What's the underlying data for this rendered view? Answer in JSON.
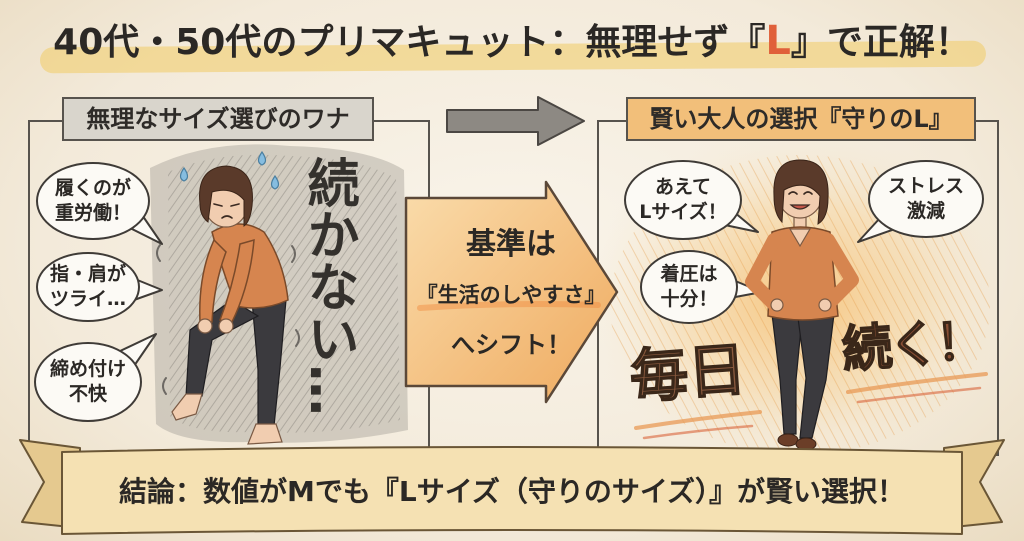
{
  "title": {
    "before": "40代・50代のプリマキュット：無理せず『",
    "highlight": "L",
    "after": "』で正解！"
  },
  "left_panel": {
    "header": "無理なサイズ選びのワナ",
    "bubbles": [
      [
        "履くのが",
        "重労働！"
      ],
      [
        "指・肩が",
        "ツライ…"
      ],
      [
        "締め付け",
        "不快"
      ]
    ],
    "big_text": "続かない…"
  },
  "center_arrow": {
    "lines": [
      "基準は",
      "『生活のしやすさ』",
      "へシフト！"
    ]
  },
  "right_panel": {
    "header": "賢い大人の選択『守りのL』",
    "bubbles": [
      [
        "あえて",
        "Lサイズ！"
      ],
      [
        "着圧は",
        "十分！"
      ],
      [
        "ストレス",
        "激減"
      ]
    ],
    "big_text": [
      "毎日",
      "続く！"
    ]
  },
  "conclusion": "結論：数値がMでも『Lサイズ（守りのサイズ）』が賢い選択！",
  "icons": {
    "top_arrow": "arrow-right-icon",
    "center_arrow": "arrow-right-icon",
    "sweat": "sweat-drop-icon"
  },
  "colors": {
    "accent": "#e0603a",
    "marker": "#f1d27e",
    "left_header_bg": "#d9d5cc",
    "right_header_bg": "#f2bf7a",
    "sweater": "#d6854f",
    "leggings": "#3b3a3e",
    "ribbon": "#f5e1b3"
  }
}
